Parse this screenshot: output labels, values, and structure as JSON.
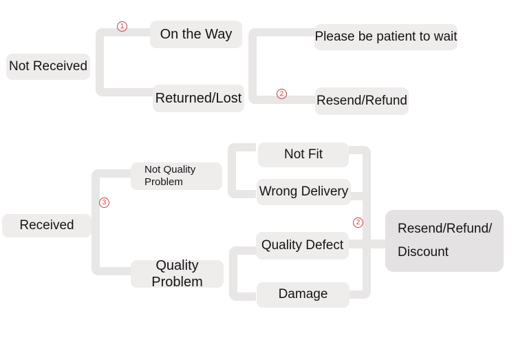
{
  "colors": {
    "background": "#ffffff",
    "node_fill": "#efecec",
    "node_fill_dark": "#e4e2e3",
    "connector": "#e9e6e6",
    "marker_red": "#ce3a3c",
    "text": "#141414"
  },
  "nodes": {
    "not_received": {
      "label": "Not Received"
    },
    "on_the_way": {
      "label": "On the Way"
    },
    "returned_lost": {
      "label": "Returned/Lost"
    },
    "please_wait": {
      "label": "Please be patient to wait"
    },
    "resend_refund": {
      "label": "Resend/Refund"
    },
    "received": {
      "label": "Received"
    },
    "not_quality_problem": {
      "label": "Not Quality\nProblem"
    },
    "quality_problem": {
      "label": "Quality Problem"
    },
    "not_fit": {
      "label": "Not Fit"
    },
    "wrong_delivery": {
      "label": "Wrong Delivery"
    },
    "quality_defect": {
      "label": "Quality Defect"
    },
    "damage": {
      "label": "Damage"
    },
    "resend_refund_discount": {
      "label": "Resend/Refund/\nDiscount"
    }
  },
  "markers": {
    "step1": "1",
    "step2_top": "2",
    "step3": "3",
    "step2_bottom": "2"
  }
}
